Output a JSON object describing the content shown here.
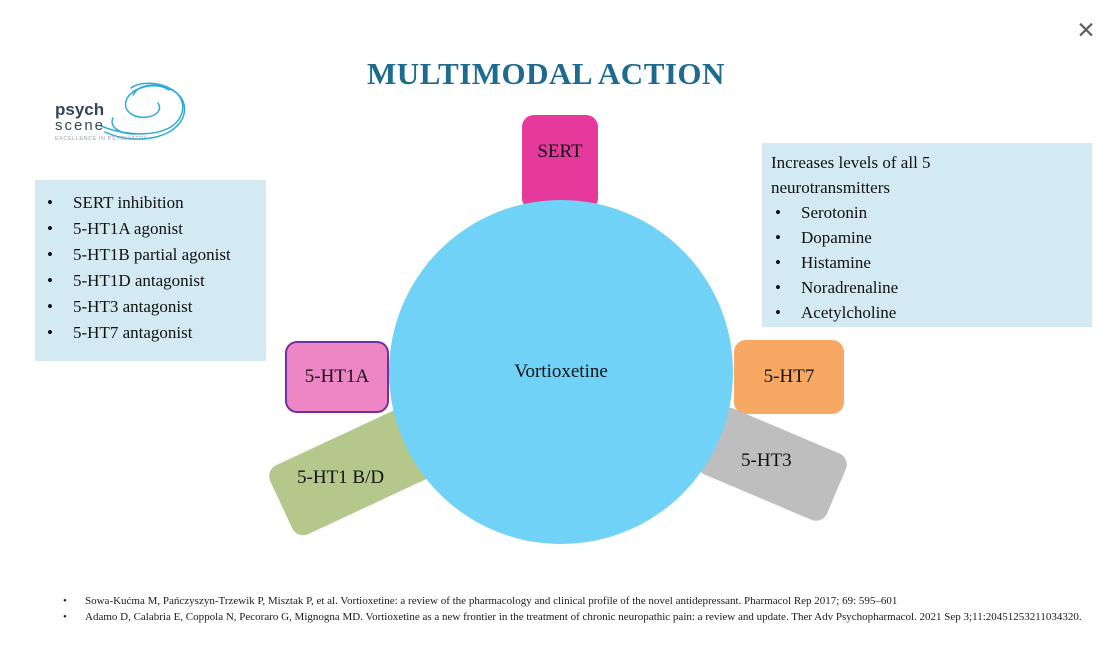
{
  "ui": {
    "bullet": "•"
  },
  "window": {
    "close_glyph": "✕"
  },
  "title": "MULTIMODAL ACTION",
  "logo": {
    "line1": "psych",
    "line2": "scene",
    "tagline": "EXCELLENCE IN PSYCHIATRY"
  },
  "left_panel": {
    "items": [
      "SERT inhibition",
      "5-HT1A agonist",
      "5-HT1B partial agonist",
      "5-HT1D antagonist",
      "5-HT3 antagonist",
      "5-HT7 antagonist"
    ]
  },
  "right_panel": {
    "heading": "Increases levels of all 5 neurotransmitters",
    "items": [
      "Serotonin",
      "Dopamine",
      "Histamine",
      "Noradrenaline",
      "Acetylcholine"
    ]
  },
  "diagram": {
    "center_label": "Vortioxetine",
    "circle_color": "#70d2f6",
    "receptors": [
      {
        "id": "sert",
        "label": "SERT",
        "color": "#e5399b"
      },
      {
        "id": "5ht1a",
        "label": "5-HT1A",
        "color": "#ee85c5",
        "border": "#7030a0"
      },
      {
        "id": "5ht1bd",
        "label": "5-HT1 B/D",
        "color": "#b5c88c"
      },
      {
        "id": "5ht7",
        "label": "5-HT7",
        "color": "#f7a964"
      },
      {
        "id": "5ht3",
        "label": "5-HT3",
        "color": "#bfbebe"
      }
    ]
  },
  "references": [
    "Sowa-Kućma M, Pańczyszyn-Trzewik P, Misztak P, et al. Vortioxetine: a review of the pharmacology and clinical profile of the novel antidepressant. Pharmacol Rep 2017; 69: 595–601",
    "Adamo D, Calabria E, Coppola N, Pecoraro G, Mignogna MD. Vortioxetine as a new frontier in the treatment of chronic neuropathic pain: a review and update. Ther Adv Psychopharmacol. 2021 Sep 3;11:20451253211034320."
  ],
  "colors": {
    "title": "#1e6b90",
    "panel_bg": "#d4eaf3",
    "logo_text": "#33475b",
    "logo_swirl": "#2aaad5",
    "close": "#5f6368"
  }
}
